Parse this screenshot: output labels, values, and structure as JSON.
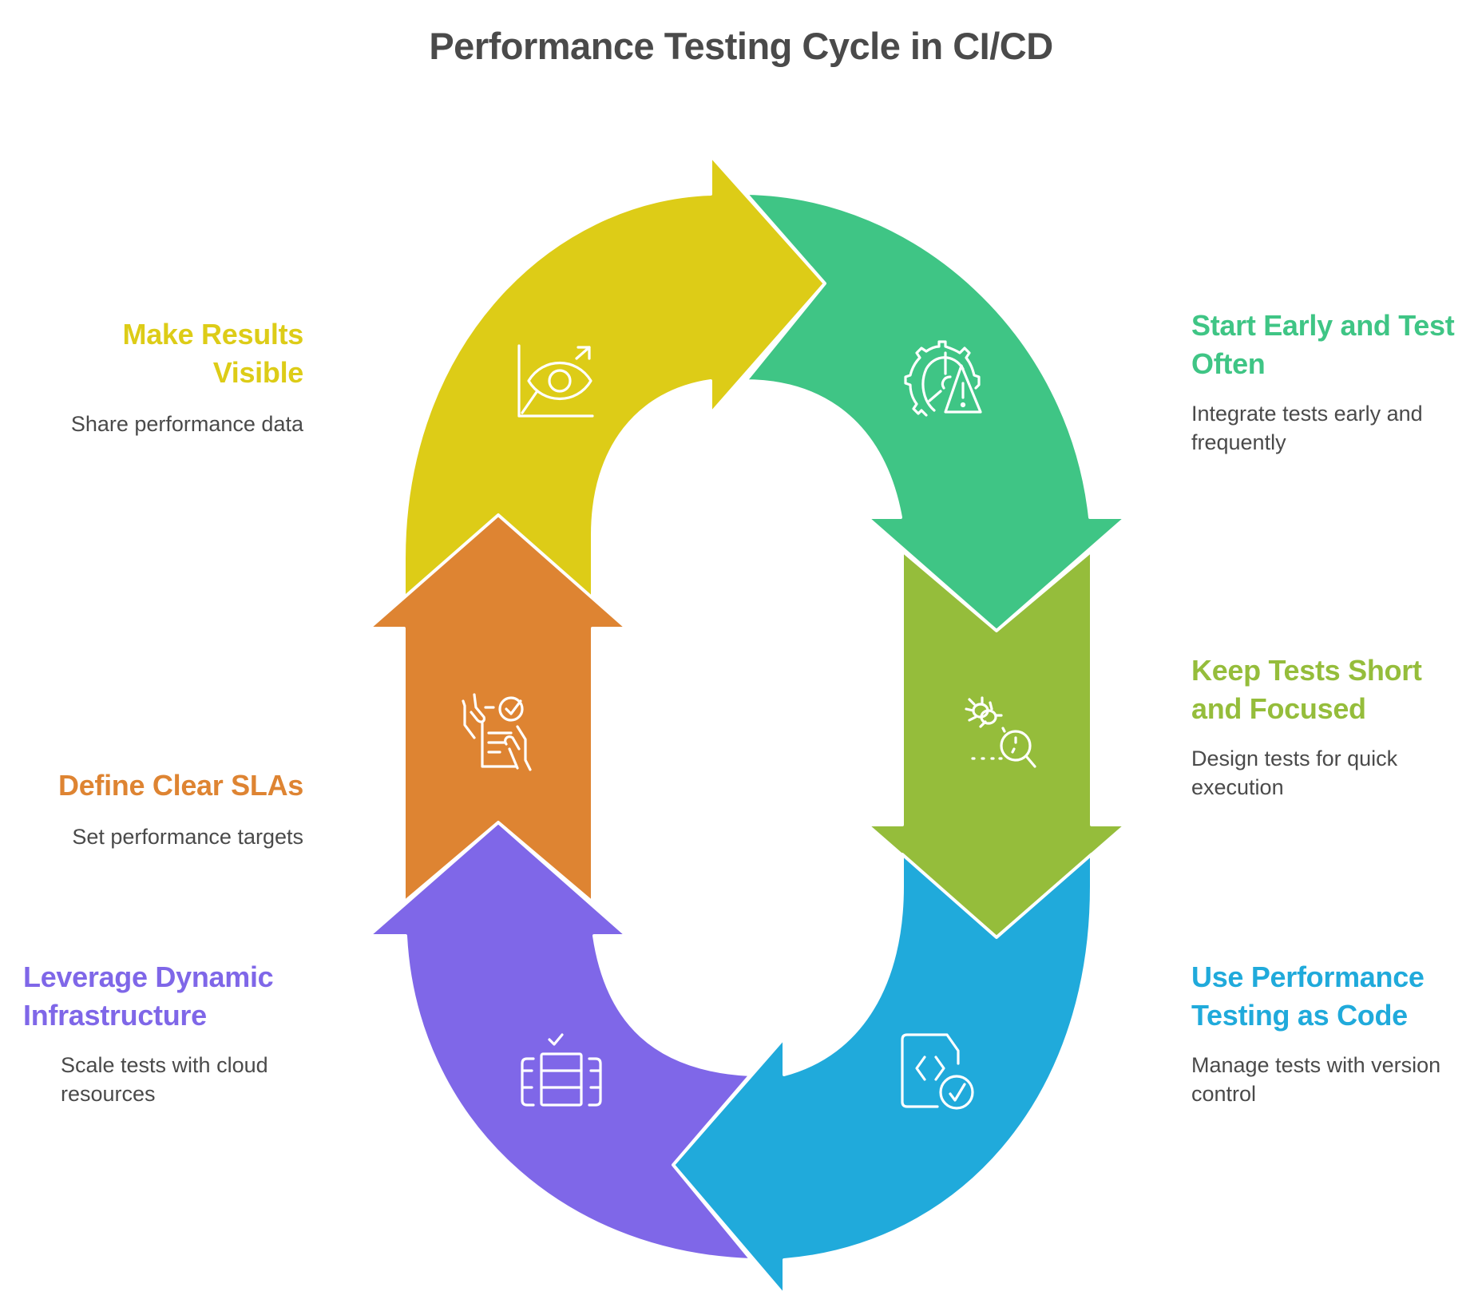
{
  "title": "Performance Testing Cycle in CI/CD",
  "colors": {
    "yellow": "#DDCC17",
    "green": "#3FC585",
    "olive": "#95BD3B",
    "blue": "#20AADB",
    "purple": "#7F67E8",
    "orange": "#DE8432",
    "text": "#4A4A4A"
  },
  "steps": [
    {
      "id": "start-early",
      "title_line1": "Start Early and Test",
      "title_line2": "Often",
      "desc_line1": "Integrate tests early and",
      "desc_line2": "frequently",
      "color": "#3FC585",
      "icon": "gear-warning-icon"
    },
    {
      "id": "keep-short",
      "title_line1": "Keep Tests Short",
      "title_line2": "and Focused",
      "desc_line1": "Design tests for quick",
      "desc_line2": "execution",
      "color": "#95BD3B",
      "icon": "bug-search-icon"
    },
    {
      "id": "perf-as-code",
      "title_line1": "Use Performance",
      "title_line2": "Testing as Code",
      "desc_line1": "Manage tests with version",
      "desc_line2": "control",
      "color": "#20AADB",
      "icon": "code-file-check-icon"
    },
    {
      "id": "dynamic-infra",
      "title_line1": "Leverage Dynamic",
      "title_line2": "Infrastructure",
      "desc_line1": "Scale tests with cloud",
      "desc_line2": "resources",
      "color": "#7F67E8",
      "icon": "server-check-icon"
    },
    {
      "id": "define-slas",
      "title_line1": "Define Clear SLAs",
      "title_line2": "",
      "desc_line1": "Set performance targets",
      "desc_line2": "",
      "color": "#DE8432",
      "icon": "document-hands-check-icon"
    },
    {
      "id": "results-visible",
      "title_line1": "Make Results",
      "title_line2": "Visible",
      "desc_line1": "Share performance data",
      "desc_line2": "",
      "color": "#DDCC17",
      "icon": "eye-chart-icon"
    }
  ]
}
